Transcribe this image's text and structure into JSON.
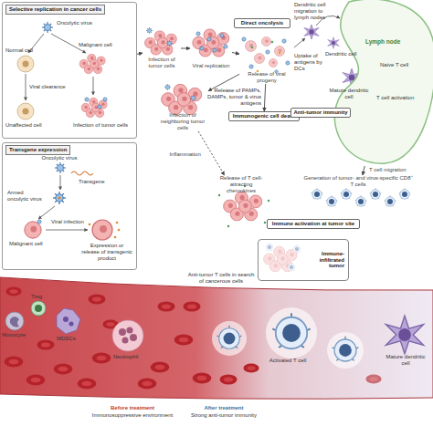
{
  "diagram": {
    "nodes": [
      {
        "text": [
          "Selective replication in cancer cells"
        ]
      },
      {
        "text": [
          "Infection of tumor cells"
        ]
      },
      {
        "text": [
          "Viral replication"
        ]
      },
      {
        "text": [
          "Direct oncolysis"
        ]
      },
      {
        "text": [
          "Release of viral progeny"
        ]
      },
      {
        "text": [
          "Infection of neighboring tumor cells"
        ]
      },
      {
        "text": [
          "Immunogenic cell death"
        ]
      },
      {
        "text": [
          "Lymph node"
        ]
      },
      {
        "text": [
          "Anti-tumor immunity"
        ]
      },
      {
        "text": [
          "Transgene expression"
        ]
      },
      {
        "text": [
          "Release of T cell-attracting chemokines"
        ]
      },
      {
        "text": [
          "Generation of tumor- and virus-specific CD8⁺ T cells"
        ]
      },
      {
        "text": [
          "Immune activation at tumor site"
        ]
      },
      {
        "text": [
          "Immune-infiltrated tumor"
        ]
      }
    ],
    "edges": [
      {
        "from": 0,
        "to": 1,
        "arrow": "to"
      },
      {
        "from": 1,
        "to": 2,
        "arrow": "to"
      },
      {
        "from": 2,
        "to": 4,
        "arrow": "to"
      },
      {
        "from": 4,
        "to": 5,
        "arrow": "to"
      },
      {
        "from": 4,
        "to": 6,
        "arrow": "to"
      },
      {
        "from": 5,
        "to": 10,
        "arrow": "to",
        "label": "Inflammation"
      },
      {
        "from": 7,
        "to": 11,
        "arrow": "to",
        "label": "T cell migration"
      }
    ],
    "labels": [
      "Oncolytic virus",
      "Normal cell",
      "Malignant cell",
      "Viral clearance",
      "Unaffected cell",
      "Infection of tumor cells",
      "Dendritic cell migration to lymph nodes",
      "Uptake of antigens by DCs",
      "Dendritic cell",
      "Naive T cell",
      "Mature dendritic cell",
      "T cell activation",
      "Release of PAMPs, DAMPs, tumor & virus antigens",
      "Oncolytic virus",
      "Transgene",
      "Armed oncolytic virus",
      "Malignant cell",
      "Viral infection",
      "Expression or release of transgenic product",
      "Anti-tumor T cells in search of cancerous cells",
      "Monocyte",
      "Treg",
      "MDSCs",
      "Neutrophil",
      "Activated T cell",
      "Mature dendritic cell",
      "Before treatment",
      "Immunosuppressive environment",
      "After treatment",
      "Strong anti-tumor immunity"
    ]
  }
}
